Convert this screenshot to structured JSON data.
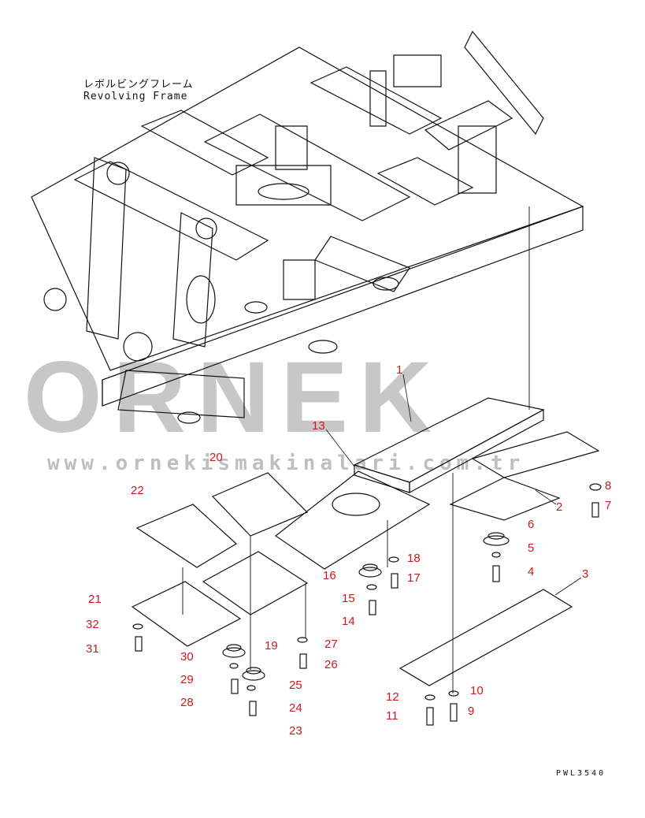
{
  "title": {
    "jp": "レボルビングフレーム",
    "en": "Revolving Frame"
  },
  "drawing_code": "PWL3540",
  "watermark": {
    "brand": "ORNEK",
    "url": "www.ornekismakinalari.com.tr"
  },
  "callouts": [
    "1",
    "2",
    "3",
    "4",
    "5",
    "6",
    "7",
    "8",
    "9",
    "10",
    "11",
    "12",
    "13",
    "14",
    "15",
    "16",
    "17",
    "18",
    "19",
    "20",
    "21",
    "22",
    "23",
    "24",
    "25",
    "26",
    "27",
    "28",
    "29",
    "30",
    "31",
    "32"
  ],
  "colors": {
    "callout": "#cc1a1a",
    "line": "#111111",
    "watermark": "#9a9a9a"
  }
}
